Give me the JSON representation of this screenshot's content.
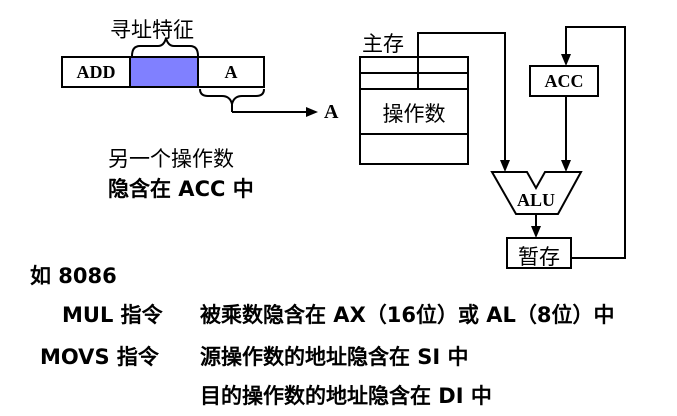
{
  "instruction": {
    "field_label": "寻址特征",
    "opcode": "ADD",
    "address": "A",
    "highlight_color": "#8080ff"
  },
  "pointer_label": "A",
  "memory": {
    "title": "主存",
    "cell": "操作数"
  },
  "acc_label": "ACC",
  "alu_label": "ALU",
  "temp_label": "暂存",
  "note": {
    "line1": "另一个操作数",
    "line2": "隐含在 ACC 中"
  },
  "examples": {
    "heading": "如 8086",
    "rows": [
      {
        "instr": "MUL 指令",
        "desc": "被乘数隐含在 AX（16位）或 AL（8位）中"
      },
      {
        "instr": "MOVS 指令",
        "desc": "源操作数的地址隐含在 SI 中"
      },
      {
        "instr": "",
        "desc": "目的操作数的地址隐含在 DI 中"
      }
    ]
  }
}
